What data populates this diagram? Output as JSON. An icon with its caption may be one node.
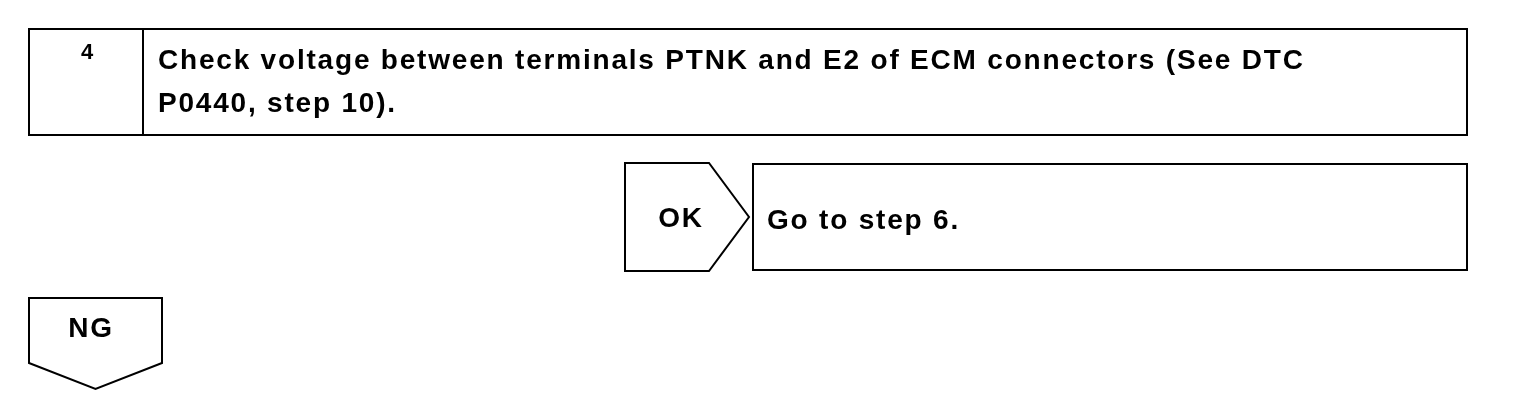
{
  "diagram": {
    "nodes": [
      {
        "text": [
          "4",
          "Check voltage between terminals PTNK and E2 of ECM connectors (See DTC P0440, step 10)."
        ]
      },
      {
        "text": [
          "Go to step 6."
        ]
      },
      {
        "text": [
          "NG"
        ]
      }
    ],
    "edges": [
      {
        "from": 0,
        "to": 1,
        "arrow": "to",
        "label": "OK"
      }
    ]
  }
}
